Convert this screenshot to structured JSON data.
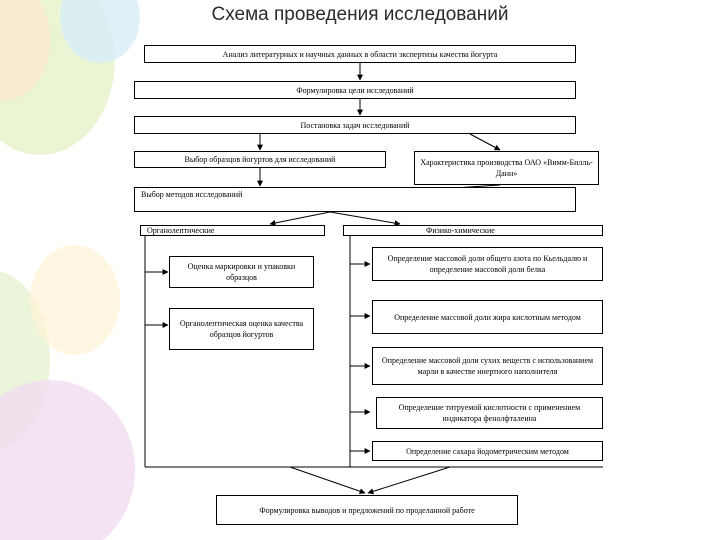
{
  "title": "Схема проведения исследований",
  "boxes": {
    "b1": "Анализ литературных и научных данных в области экспертизы качества йогурта",
    "b2": "Формулировка цели исследований",
    "b3": "Постановка задач исследований",
    "b4": "Выбор образцов йогуртов для исследований",
    "b5": "Характеристика производства ОАО «Вимм-Билль-Данн»",
    "b6": "Выбор методов исследований",
    "b7": "Органолептические",
    "b8": "Физико-химические",
    "b9": "Оценка маркировки и упаковки образцов",
    "b10": "Органолептическая оценка качества образцов йогуртов",
    "b11": "Определение массовой доли общего азота по Кьельдалю и определение массовой доли белка",
    "b12": "Определение массовой доли жира кислотным методом",
    "b13": "Определение массовой доли сухих веществ с использованием марли в качестве инертного наполнителя",
    "b14": "Определение титруемой кислотности с применением индикатора фенолфталеина",
    "b15": "Определение сахара йодометрическим методом",
    "b16": "Формулировка выводов и предложений по проделанной работе"
  },
  "colors": {
    "line": "#000000",
    "title": "#2b2b2b"
  }
}
